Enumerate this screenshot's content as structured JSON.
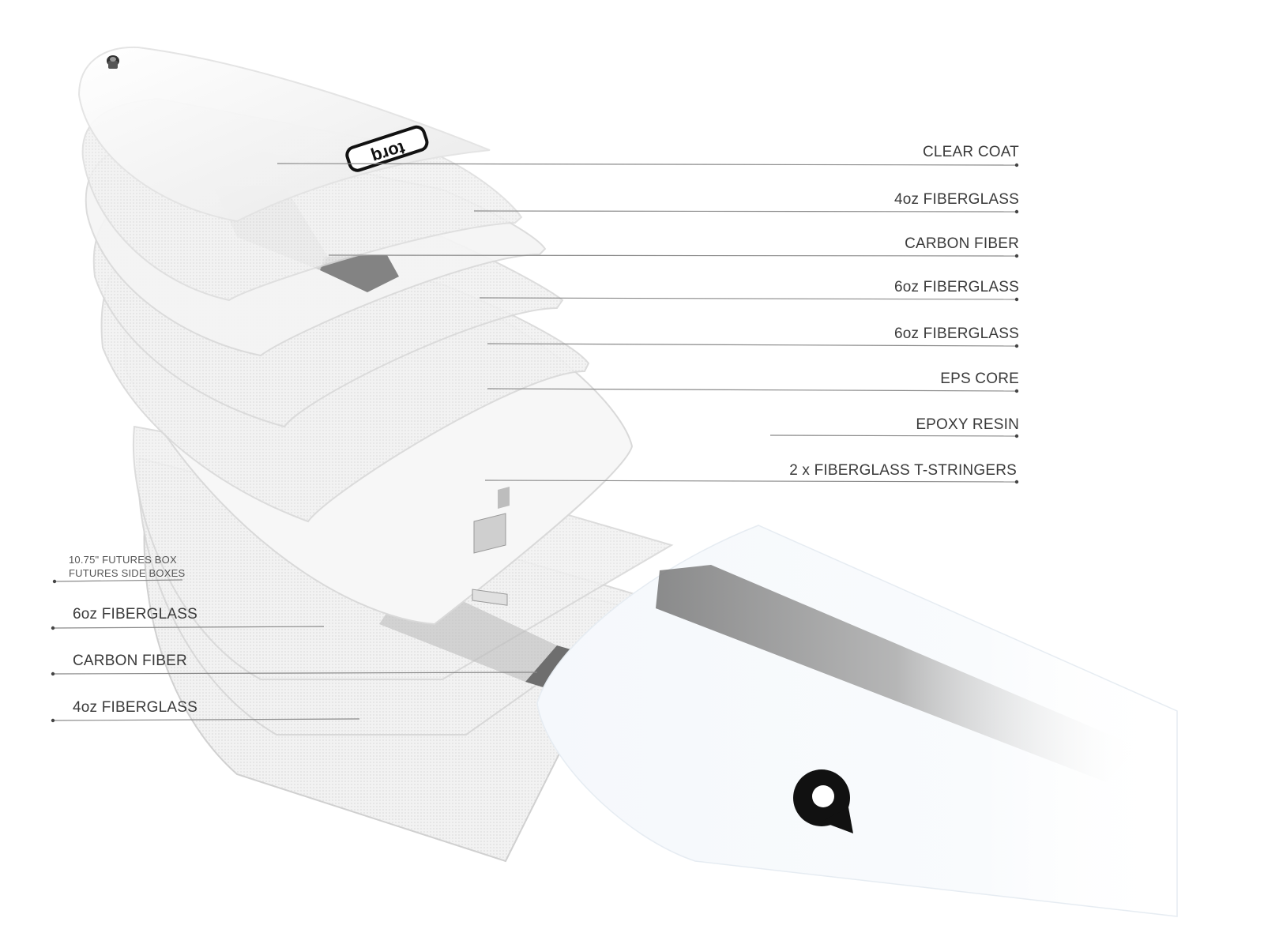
{
  "right_layers": [
    {
      "label": "CLEAR COAT"
    },
    {
      "label": "4oz FIBERGLASS"
    },
    {
      "label": "CARBON FIBER"
    },
    {
      "label": "6oz FIBERGLASS"
    },
    {
      "label": "6oz FIBERGLASS"
    },
    {
      "label": "EPS CORE"
    },
    {
      "label": "EPOXY RESIN"
    },
    {
      "label": "2 x FIBERGLASS T-STRINGERS"
    }
  ],
  "left_layers": [
    {
      "label_line1": "10.75\" FUTURES BOX",
      "label_line2": "FUTURES SIDE BOXES"
    },
    {
      "label": "6oz FIBERGLASS"
    },
    {
      "label": "CARBON FIBER"
    },
    {
      "label": "4oz FIBERGLASS"
    }
  ],
  "colors": {
    "leader_line": "#8a8a8a",
    "shell_fill": "#f6f6f6",
    "shell_edge": "#d9d9d9",
    "carbon_dark": "#6e6e6e",
    "carbon_light": "#bdbdbd",
    "logo": "#111111",
    "bottom_board": "#f3f7fb"
  },
  "icons": {
    "top_logo": "torq-wordmark-logo",
    "bottom_logo": "torq-q-logo",
    "nose_plug": "leash-plug-icon"
  }
}
